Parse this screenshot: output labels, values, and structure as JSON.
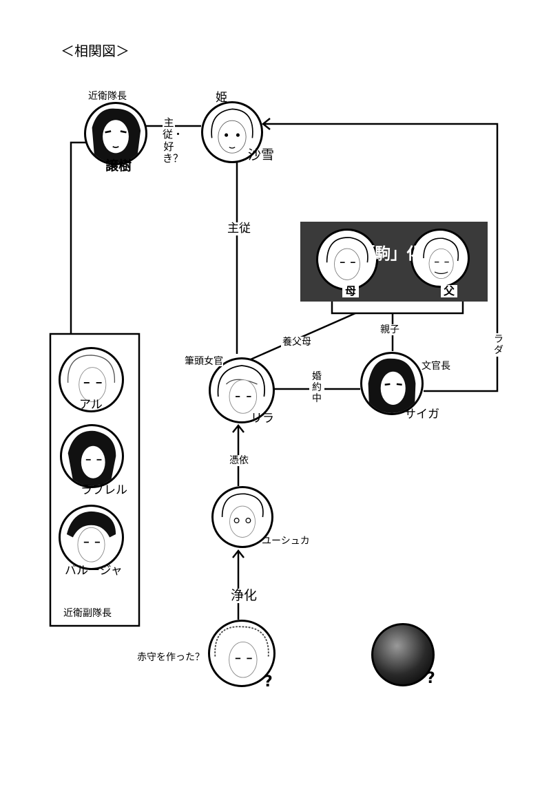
{
  "title": "＜相関図＞",
  "characters": {
    "yuzuki": {
      "name": "譲樹",
      "role": "近衛隊長"
    },
    "sayuki": {
      "name": "沙雪",
      "role": "姫"
    },
    "lila": {
      "name": "リラ",
      "role": "筆頭女官"
    },
    "saiga": {
      "name": "サイガ",
      "role": "文官長"
    },
    "yushuka": {
      "name": "ユーシュカ"
    },
    "al": {
      "name": "アル"
    },
    "labrel": {
      "name": "ラブレル"
    },
    "barujya": {
      "name": "バルージャ"
    },
    "unknown1": {
      "name": "?",
      "note": "赤守を作った？"
    },
    "unknown2": {
      "name": "?"
    }
  },
  "koma": {
    "title": "「駒」化",
    "mother": "母",
    "father": "父"
  },
  "vice_captains_label": "近衛副隊長",
  "relations": {
    "yuzuki_sayuki": "主従・好き？",
    "sayuki_lila": "主従",
    "foster": "養父母",
    "engaged": "婚約中",
    "parent_child": "親子",
    "rada": "ラダ",
    "possession": "憑依",
    "purification": "浄化"
  }
}
